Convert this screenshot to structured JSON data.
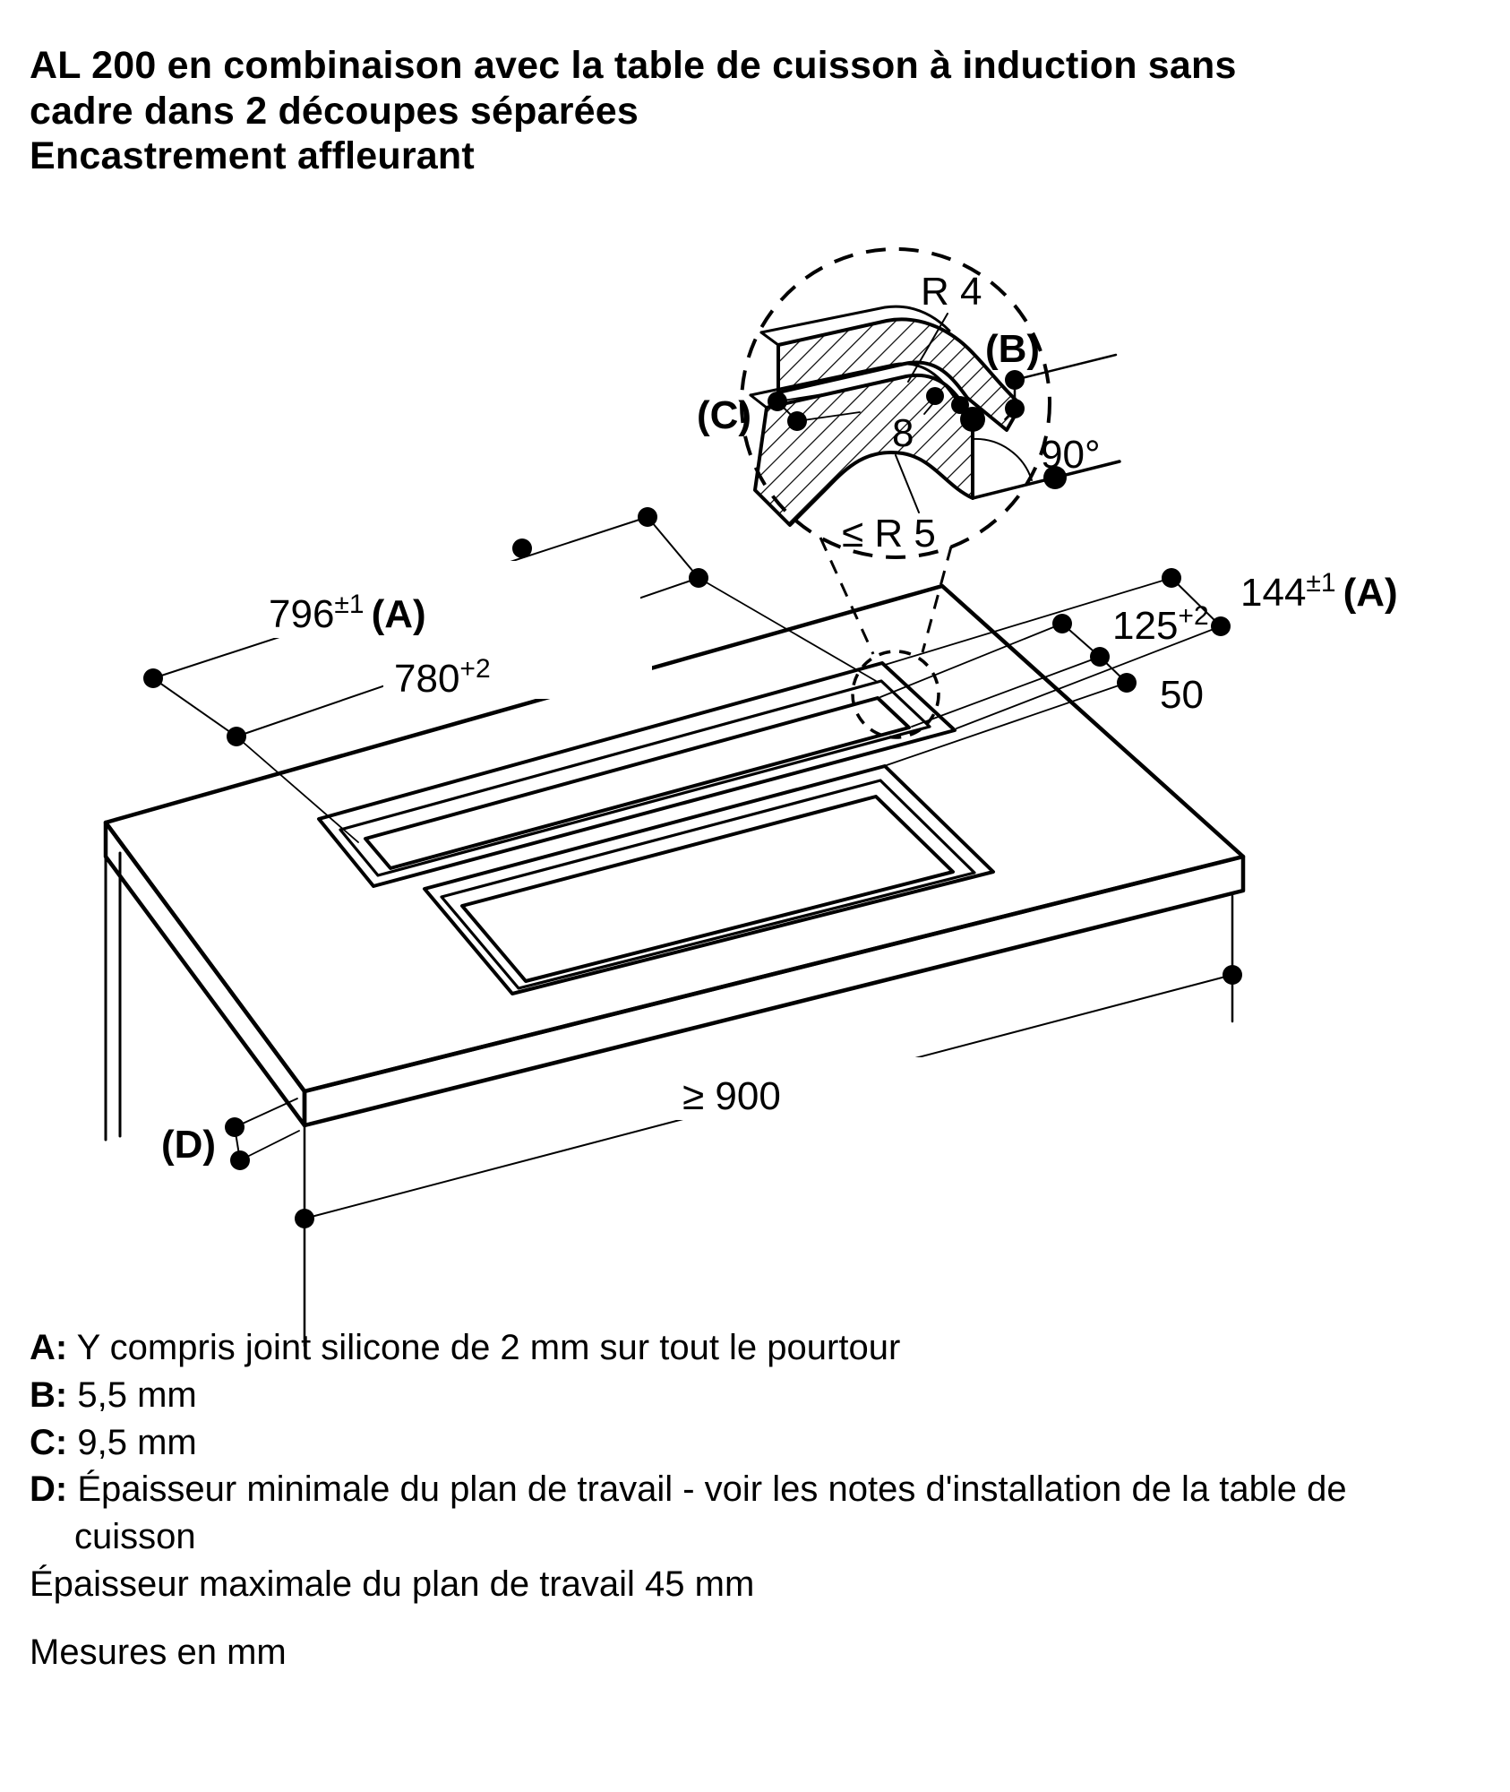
{
  "title": {
    "lines": [
      "AL 200 en combinaison avec la table de cuisson à induction sans",
      "cadre dans 2 découpes séparées",
      "Encastrement affleurant"
    ]
  },
  "diagram": {
    "dimensions": {
      "d796": {
        "value": "796",
        "tolerance": "±1",
        "ref": "(A)"
      },
      "d780": {
        "value": "780",
        "tolerance": "+2"
      },
      "d144": {
        "value": "144",
        "tolerance": "±1",
        "ref": "(A)"
      },
      "d125": {
        "value": "125",
        "tolerance": "+2"
      },
      "d50": "50",
      "d900": "≥ 900",
      "dD": "(D)"
    },
    "detail": {
      "radius_top": "R 4",
      "gap_b": "(B)",
      "gap_c": "(C)",
      "step": "8",
      "angle": "90°",
      "radius_bottom": "≤ R 5"
    }
  },
  "legend": {
    "items": [
      {
        "key": "A:",
        "text": "Y compris joint silicone de 2 mm sur tout le pourtour"
      },
      {
        "key": "B:",
        "text": "5,5 mm"
      },
      {
        "key": "C:",
        "text": "9,5 mm"
      },
      {
        "key": "D:",
        "text": "Épaisseur minimale du plan de travail - voir les notes d'installation de la table de cuisson"
      },
      {
        "key": "",
        "text": "Épaisseur maximale du plan de travail 45 mm"
      }
    ],
    "footer": "Mesures en mm"
  },
  "colors": {
    "ink": "#000000",
    "background": "#ffffff"
  }
}
